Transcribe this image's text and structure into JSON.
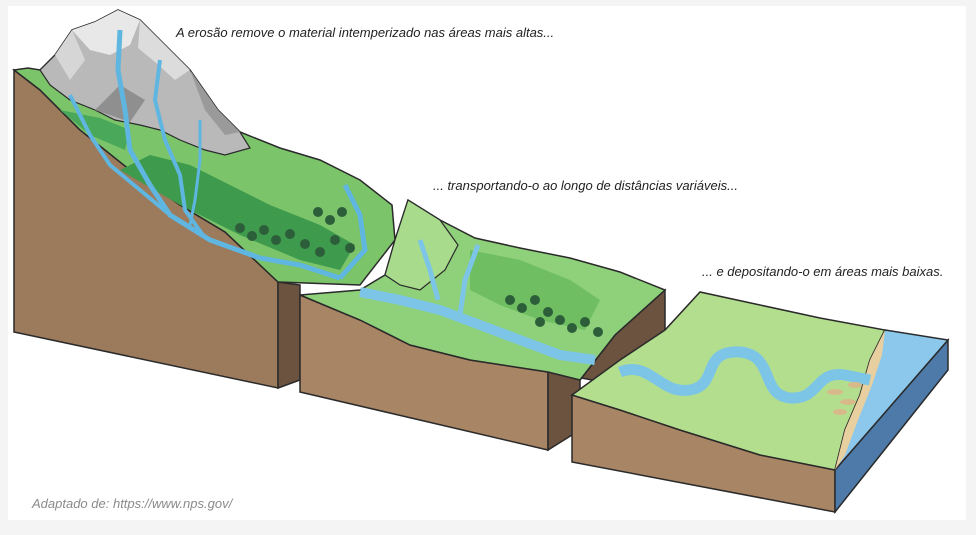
{
  "captions": {
    "erosion": "A erosão remove o material intemperizado nas áreas mais altas...",
    "transport": "... transportando-o ao longo de distâncias variáveis...",
    "deposition": "... e depositando-o em áreas mais baixas."
  },
  "source": "Adaptado de: https://www.nps.gov/"
}
